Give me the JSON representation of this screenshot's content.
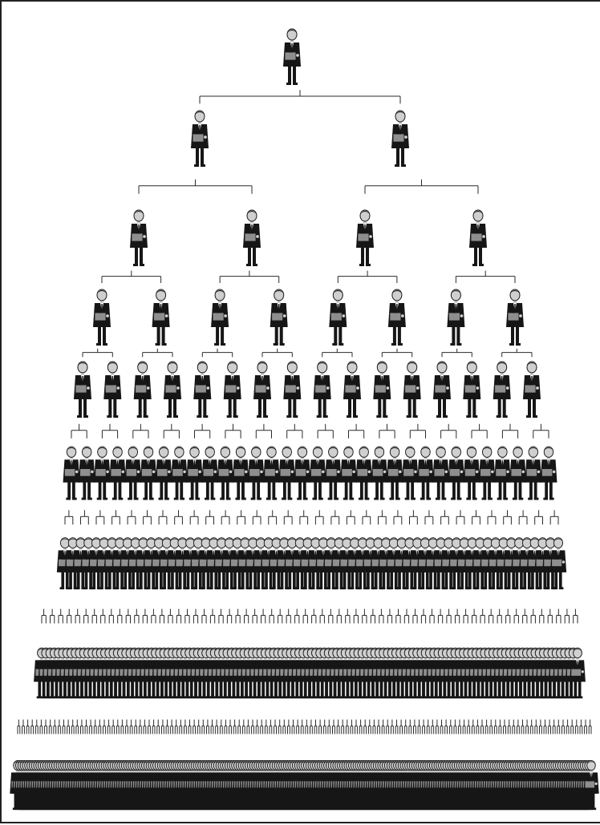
{
  "diagram": {
    "kind": "hierarchy-pyramid",
    "figure_icon": "businessman-holding-briefcase-icon",
    "colors": {
      "figure": "#161616",
      "briefcase": "#8e8e8e",
      "skin": "#cfcfcf",
      "line": "#2a2a2a",
      "background": "#ffffff",
      "border": "#222222"
    },
    "levels": [
      {
        "level": 1,
        "count": 1
      },
      {
        "level": 2,
        "count": 2
      },
      {
        "level": 3,
        "count": 4
      },
      {
        "level": 4,
        "count": 8
      },
      {
        "level": 5,
        "count": 16
      },
      {
        "level": 6,
        "count": 32
      },
      {
        "level": 7,
        "count": 64
      },
      {
        "level": 8,
        "count": 128
      },
      {
        "level": 9,
        "count": 256
      }
    ]
  }
}
